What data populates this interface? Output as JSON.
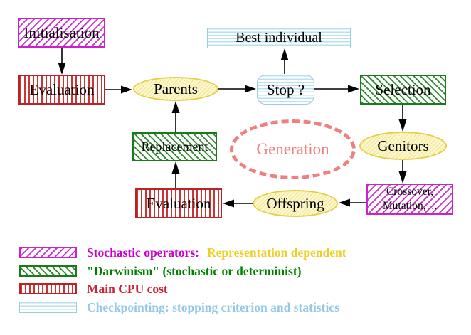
{
  "nodes": {
    "initialisation": "Initialisation",
    "evaluation_top": "Evaluation",
    "parents": "Parents",
    "best_individual": "Best individual",
    "stop": "Stop ?",
    "selection": "Selection",
    "genitors": "Genitors",
    "crossover_line1": "Crossover,",
    "crossover_line2": "Mutation, ...",
    "offspring": "Offspring",
    "evaluation_bottom": "Evaluation",
    "replacement": "Replacement",
    "generation": "Generation"
  },
  "legend": {
    "stochastic_label": "Stochastic operators:",
    "stochastic_note": "Representation dependent",
    "darwinism_label": "\"Darwinism\" (stochastic or determinist)",
    "cpu_label": "Main CPU cost",
    "checkpointing_label": "Checkpointing: stopping criterion and statistics"
  },
  "colors": {
    "stochastic_magenta": "#cc22cc",
    "darwinism_green": "#1a7a1a",
    "cpu_red": "#bb2222",
    "checkpoint_cyan": "#9cccdf",
    "population_yellow_border": "#e3d049",
    "population_yellow_fill": "#fdf7cd",
    "generation_coral": "#f08080",
    "legend_gold_text": "#eecf28",
    "legend_green_text": "#008000",
    "legend_red_text": "#cc2233",
    "legend_blue_text": "#95c8e8",
    "node_text": "#000000"
  }
}
